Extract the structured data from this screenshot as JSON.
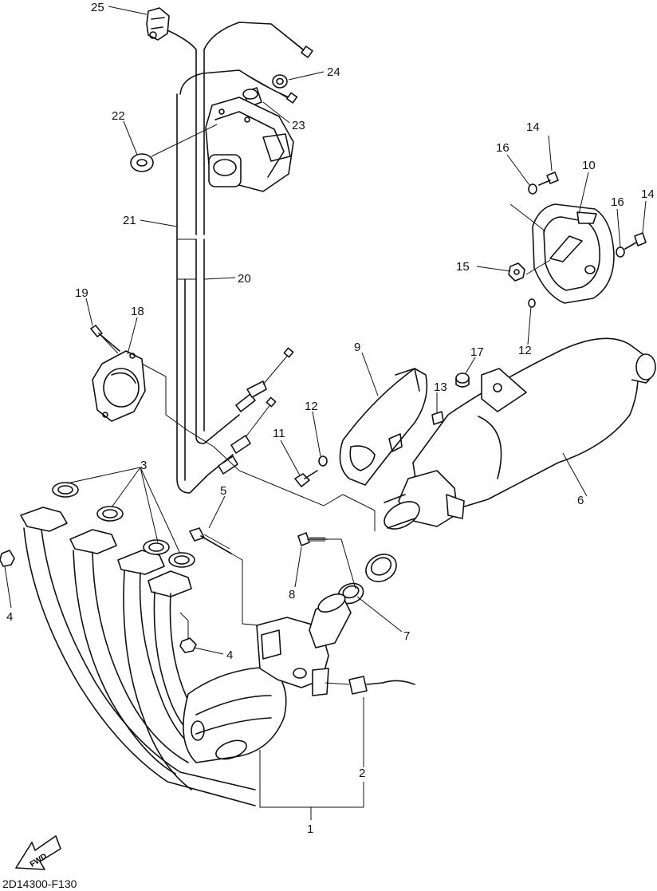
{
  "diagram": {
    "code": "2D14300-F130",
    "fwd_label": "FWD",
    "callouts": {
      "c1": "1",
      "c2": "2",
      "c3": "3",
      "c4a": "4",
      "c4b": "4",
      "c5": "5",
      "c6": "6",
      "c7": "7",
      "c8": "8",
      "c9": "9",
      "c10": "10",
      "c11": "11",
      "c12a": "12",
      "c12b": "12",
      "c13": "13",
      "c14a": "14",
      "c14b": "14",
      "c15": "15",
      "c16a": "16",
      "c16b": "16",
      "c17": "17",
      "c18": "18",
      "c19": "19",
      "c20": "20",
      "c21": "21",
      "c22": "22",
      "c23": "23",
      "c24": "24",
      "c25": "25"
    }
  }
}
